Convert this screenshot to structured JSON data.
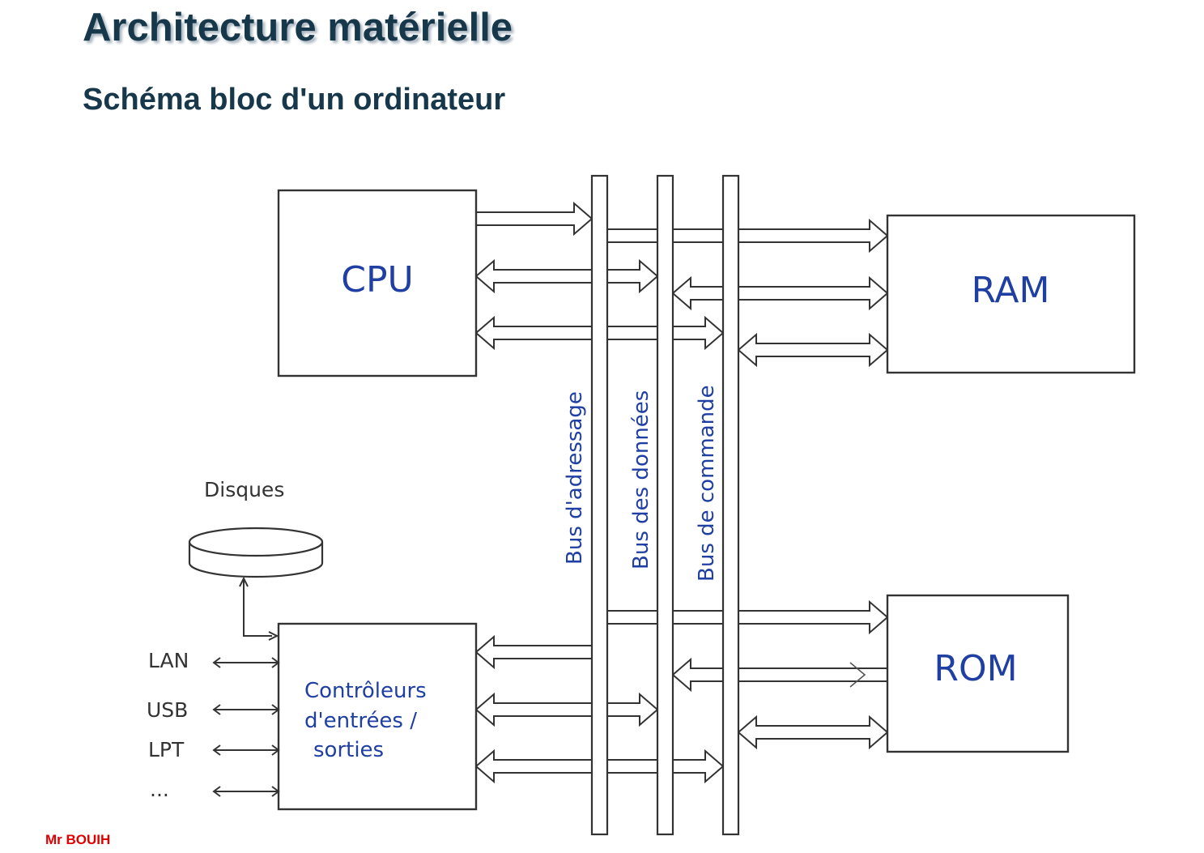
{
  "header": {
    "title": "Architecture matérielle",
    "subtitle": "Schéma bloc d'un ordinateur"
  },
  "diagram": {
    "blocks": {
      "cpu": "CPU",
      "ram": "RAM",
      "rom": "ROM",
      "io_line1": "Contrôleurs",
      "io_line2": "d'entrées /",
      "io_line3": "sorties"
    },
    "buses": {
      "address": "Bus d'adressage",
      "data": "Bus des données",
      "control": "Bus de commande"
    },
    "disk_label": "Disques",
    "ports": [
      "LAN",
      "USB",
      "LPT",
      "..."
    ]
  },
  "footer": {
    "author": "Mr BOUIH"
  },
  "colors": {
    "title": "#17374a",
    "block_label": "#1f3fa3",
    "author": "#e00000"
  }
}
